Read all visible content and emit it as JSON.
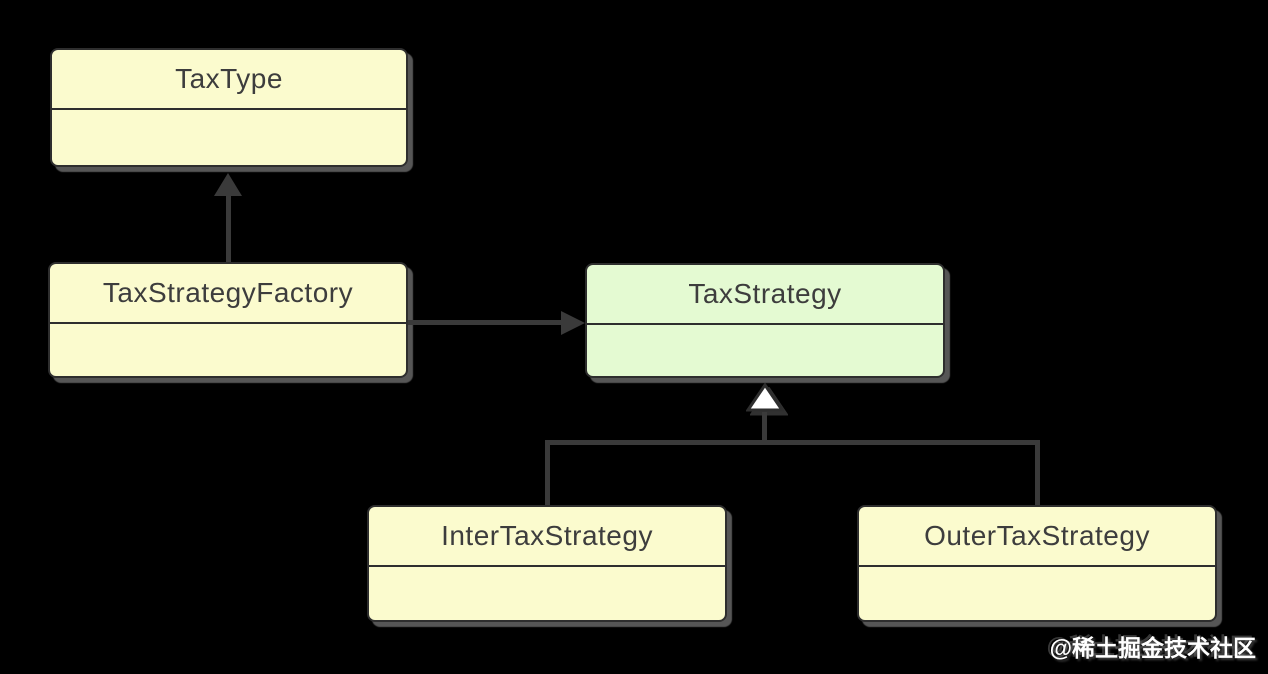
{
  "diagram": {
    "type": "uml-class-diagram",
    "classes": {
      "tax_type": {
        "name": "TaxType",
        "fill": "#FBFBCE"
      },
      "tax_strategy_factory": {
        "name": "TaxStrategyFactory",
        "fill": "#FBFBCE"
      },
      "tax_strategy": {
        "name": "TaxStrategy",
        "fill": "#E4FAD2"
      },
      "inter_tax_strategy": {
        "name": "InterTaxStrategy",
        "fill": "#FBFBCE"
      },
      "outer_tax_strategy": {
        "name": "OuterTaxStrategy",
        "fill": "#FBFBCE"
      }
    },
    "relations": [
      {
        "from": "TaxStrategyFactory",
        "to": "TaxType",
        "type": "association",
        "arrow": "filled"
      },
      {
        "from": "TaxStrategyFactory",
        "to": "TaxStrategy",
        "type": "association",
        "arrow": "filled"
      },
      {
        "from": "InterTaxStrategy",
        "to": "TaxStrategy",
        "type": "generalization",
        "arrow": "hollow-triangle"
      },
      {
        "from": "OuterTaxStrategy",
        "to": "TaxStrategy",
        "type": "generalization",
        "arrow": "hollow-triangle"
      }
    ],
    "colors": {
      "background": "#000000",
      "box_fill_yellow": "#FBFBCE",
      "box_fill_green": "#E4FAD2",
      "box_border": "#2E2E2E",
      "connector": "#3A3A3A",
      "shadow": "#6E6E6E",
      "class_text": "#3D3D3D",
      "watermark_text": "#FFFFFF"
    }
  },
  "watermark": {
    "text": "@稀土掘金技术社区"
  }
}
